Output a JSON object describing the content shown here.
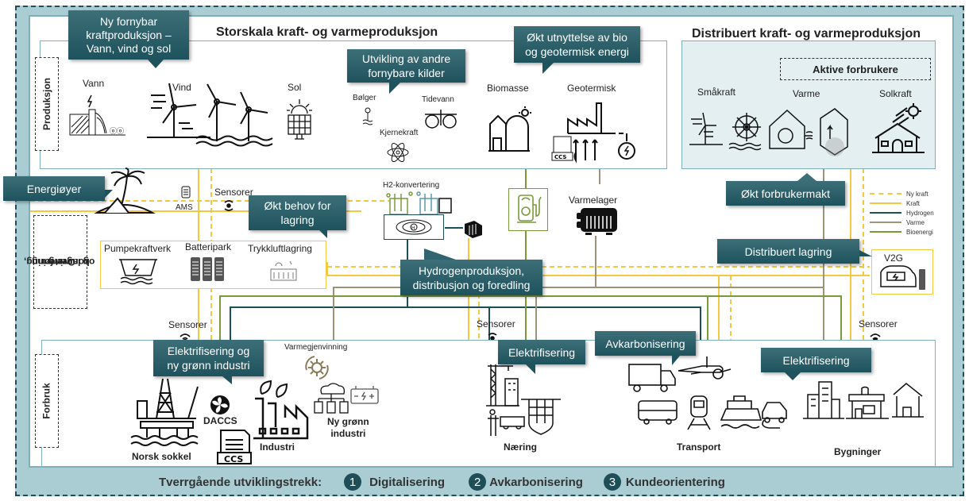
{
  "sections": {
    "storskala_title": "Storskala kraft- og varmeproduksjon",
    "distribuert_title": "Distribuert kraft- og varmeproduksjon",
    "aktive_forbrukere": "Aktive forbrukere"
  },
  "row_labels": {
    "produksjon": "Produksjon",
    "overforing": [
      "Overføring,",
      "konvertering",
      "og lagring"
    ],
    "forbruk": "Forbruk"
  },
  "callouts": {
    "ny_fornybar": [
      "Ny fornybar",
      "kraftproduksjon –",
      "Vann, vind og sol"
    ],
    "andre_fornybare": [
      "Utvikling av andre",
      "fornybare kilder"
    ],
    "bio_geo": [
      "Økt utnyttelse av bio",
      "og geotermisk energi"
    ],
    "energioyer": "Energiøyer",
    "lagring": [
      "Økt behov for",
      "lagring"
    ],
    "hydrogen": [
      "Hydrogenproduksjon,",
      "distribusjon og foredling"
    ],
    "forbrukermakt": "Økt forbrukermakt",
    "distribuert_lagring": "Distribuert lagring",
    "elektrifisering_industri": [
      "Elektrifisering og",
      "ny grønn industri"
    ],
    "elektrifisering_naering": "Elektrifisering",
    "avkarbonisering": "Avkarbonisering",
    "elektrifisering_bygg": "Elektrifisering"
  },
  "production": {
    "vann": "Vann",
    "vind": "Vind",
    "sol": "Sol",
    "bolger": "Bølger",
    "tidevann": "Tidevann",
    "kjernekraft": "Kjernekraft",
    "biomasse": "Biomasse",
    "geotermisk": "Geotermisk",
    "smakraft": "Småkraft",
    "varme": "Varme",
    "solkraft": "Solkraft",
    "ccs": "CCS"
  },
  "transfer": {
    "ams": "AMS",
    "sensorer": "Sensorer",
    "h2_konvertering": "H2-konvertering",
    "varmelager": "Varmelager",
    "pumpekraftverk": "Pumpekraftverk",
    "batteripark": "Batteripark",
    "trykkluftlagring": "Trykkluftlagring",
    "v2g": "V2G"
  },
  "consumption": {
    "varmegjenvinning": "Varmegjenvinning",
    "daccs": "DACCS",
    "ccs": "CCS",
    "norsk_sokkel": "Norsk sokkel",
    "industri": "Industri",
    "ny_gronn_industri": [
      "Ny grønn",
      "industri"
    ],
    "naering": "Næring",
    "transport": "Transport",
    "bygninger": "Bygninger"
  },
  "legend": [
    {
      "label": "Ny kraft",
      "color": "#f5c842",
      "style": "dashed"
    },
    {
      "label": "Kraft",
      "color": "#f5c842",
      "style": "solid"
    },
    {
      "label": "Hydrogen",
      "color": "#1e4f59",
      "style": "solid"
    },
    {
      "label": "Varme",
      "color": "#9e9277",
      "style": "solid"
    },
    {
      "label": "Bioenergi",
      "color": "#7a9a3a",
      "style": "solid"
    }
  ],
  "bottom": {
    "title": "Tverrgående utviklingstrekk:",
    "trends": [
      {
        "num": "1",
        "label": "Digitalisering"
      },
      {
        "num": "2",
        "label": "Avkarbonisering"
      },
      {
        "num": "3",
        "label": "Kundeorientering"
      }
    ]
  },
  "colors": {
    "callout_bg": "#1e525c",
    "frame_bg": "#a9cdd3",
    "kraft": "#f5c842",
    "hydrogen": "#1e4f59",
    "varme": "#9e9277",
    "bioenergi": "#7a9a3a"
  }
}
